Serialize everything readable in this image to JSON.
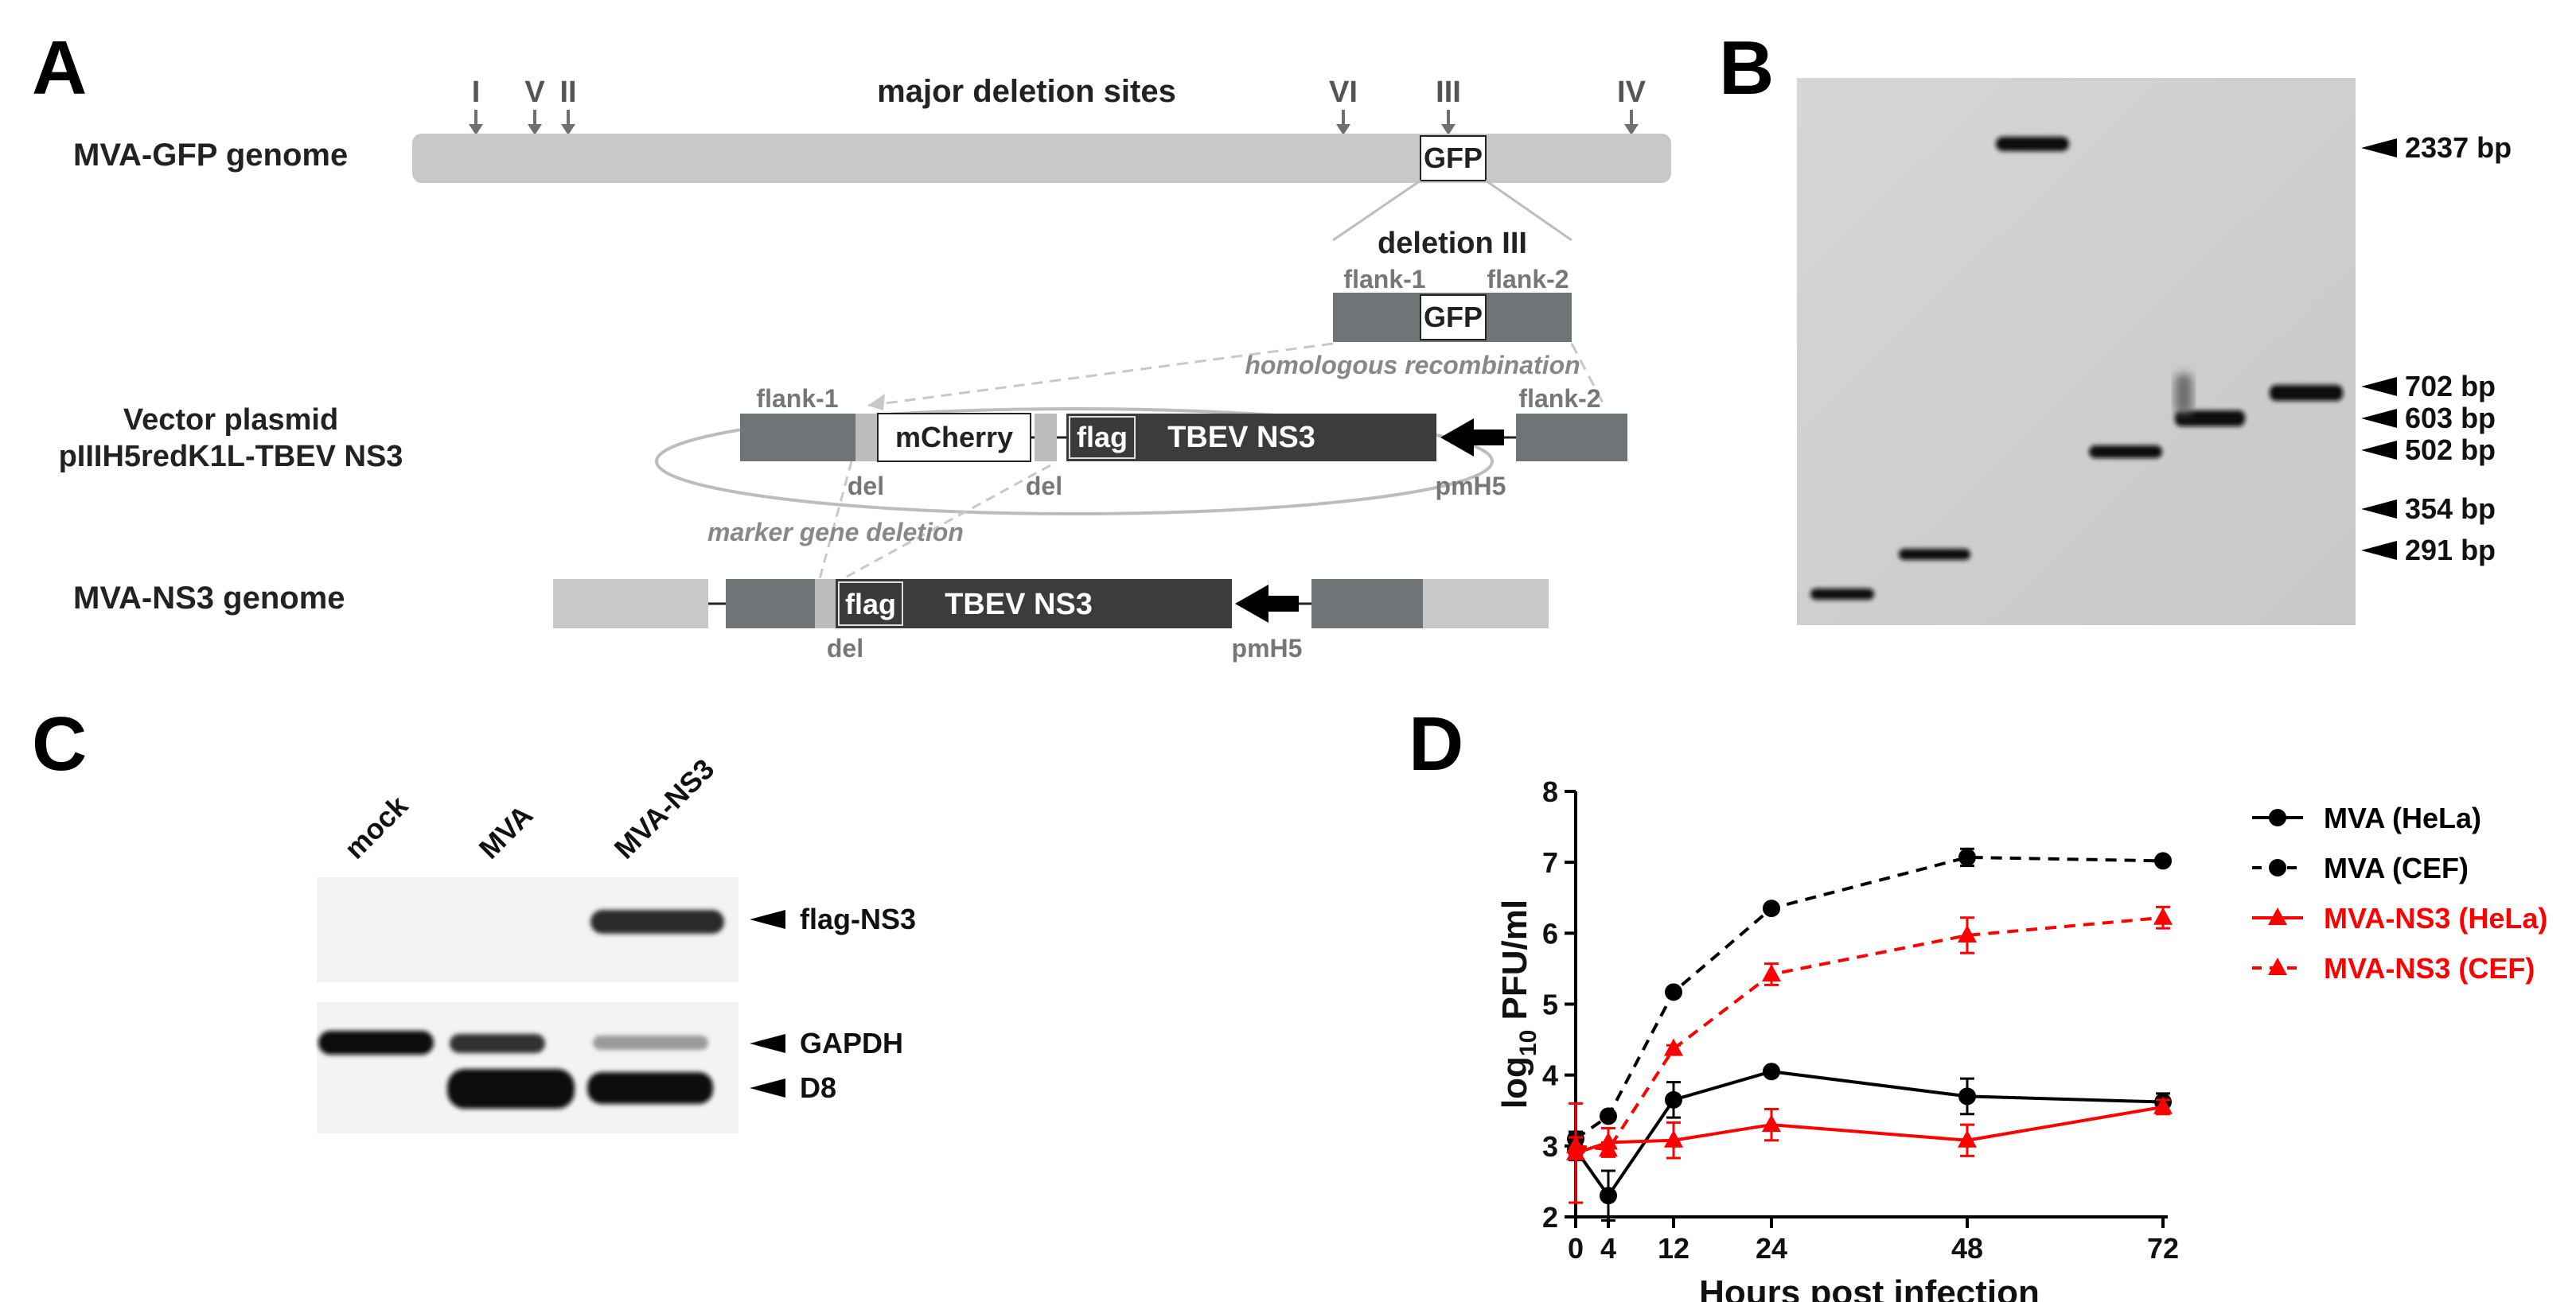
{
  "panel_letters": {
    "a": "A",
    "b": "B",
    "c": "C",
    "d": "D"
  },
  "panel_a": {
    "deletion_sites_title": "major deletion sites",
    "deletion_sites": [
      "I",
      "V",
      "II",
      "VI",
      "III",
      "IV"
    ],
    "gfp_genome_label": "MVA-GFP genome",
    "gfp_label": "GFP",
    "deletion_iii_label": "deletion III",
    "flank1": "flank-1",
    "flank2": "flank-2",
    "homologous_recombination": "homologous recombination",
    "vector_label_line1": "Vector plasmid",
    "vector_label_line2": "pIIIH5redK1L-TBEV NS3",
    "mcherry": "mCherry",
    "flag": "flag",
    "tbev_ns3": "TBEV NS3",
    "del": "del",
    "promoter": "pmH5",
    "marker_gene_deletion": "marker gene deletion",
    "ns3_genome_label": "MVA-NS3 genome"
  },
  "panel_b": {
    "ladder": [
      "2337 bp",
      "702 bp",
      "603 bp",
      "502 bp",
      "354 bp",
      "291 bp"
    ]
  },
  "panel_c": {
    "lanes": [
      "mock",
      "MVA",
      "MVA-NS3"
    ],
    "bands": [
      "flag-NS3",
      "GAPDH",
      "D8"
    ]
  },
  "colors": {
    "mva": "#000000",
    "mva_ns3": "#ff0000",
    "genome_gray": "#c8c8c8",
    "flank_gray": "#6f7577",
    "ns3_dark": "#3c3c3c"
  },
  "chart_data": {
    "type": "line",
    "xlabel": "Hours post infection",
    "ylabel": "log10 PFU/ml",
    "ylabel_parts": {
      "pre": "log",
      "sub": "10",
      "post": " PFU/ml"
    },
    "x_ticks": [
      0,
      4,
      12,
      24,
      48,
      72
    ],
    "y_ticks": [
      2,
      3,
      4,
      5,
      6,
      7,
      8
    ],
    "xlim": [
      0,
      72
    ],
    "ylim": [
      2,
      8
    ],
    "legend_position": "right",
    "series": [
      {
        "name": "MVA (HeLa)",
        "color": "#000000",
        "dashed": false,
        "marker": "circle",
        "x": [
          0,
          4,
          12,
          24,
          48,
          72
        ],
        "y": [
          2.95,
          2.3,
          3.65,
          4.05,
          3.7,
          3.62
        ],
        "err": [
          0.15,
          0.35,
          0.25,
          0.05,
          0.25,
          0.12
        ]
      },
      {
        "name": "MVA (CEF)",
        "color": "#000000",
        "dashed": true,
        "marker": "circle",
        "x": [
          0,
          4,
          12,
          24,
          48,
          72
        ],
        "y": [
          3.1,
          3.42,
          5.17,
          6.35,
          7.07,
          7.02
        ],
        "err": [
          0.1,
          0.05,
          0.05,
          0.05,
          0.12,
          0.05
        ]
      },
      {
        "name": "MVA-NS3 (HeLa)",
        "color": "#ff0000",
        "dashed": false,
        "marker": "triangle",
        "x": [
          0,
          4,
          12,
          24,
          48,
          72
        ],
        "y": [
          2.9,
          3.05,
          3.08,
          3.3,
          3.08,
          3.55
        ],
        "err": [
          0.7,
          0.2,
          0.25,
          0.22,
          0.22,
          0.1
        ]
      },
      {
        "name": "MVA-NS3 (CEF)",
        "color": "#ff0000",
        "dashed": true,
        "marker": "triangle",
        "x": [
          0,
          4,
          12,
          24,
          48,
          72
        ],
        "y": [
          3.0,
          2.95,
          4.37,
          5.42,
          5.97,
          6.22
        ],
        "err": [
          0.12,
          0.1,
          0.05,
          0.15,
          0.25,
          0.15
        ]
      }
    ]
  }
}
